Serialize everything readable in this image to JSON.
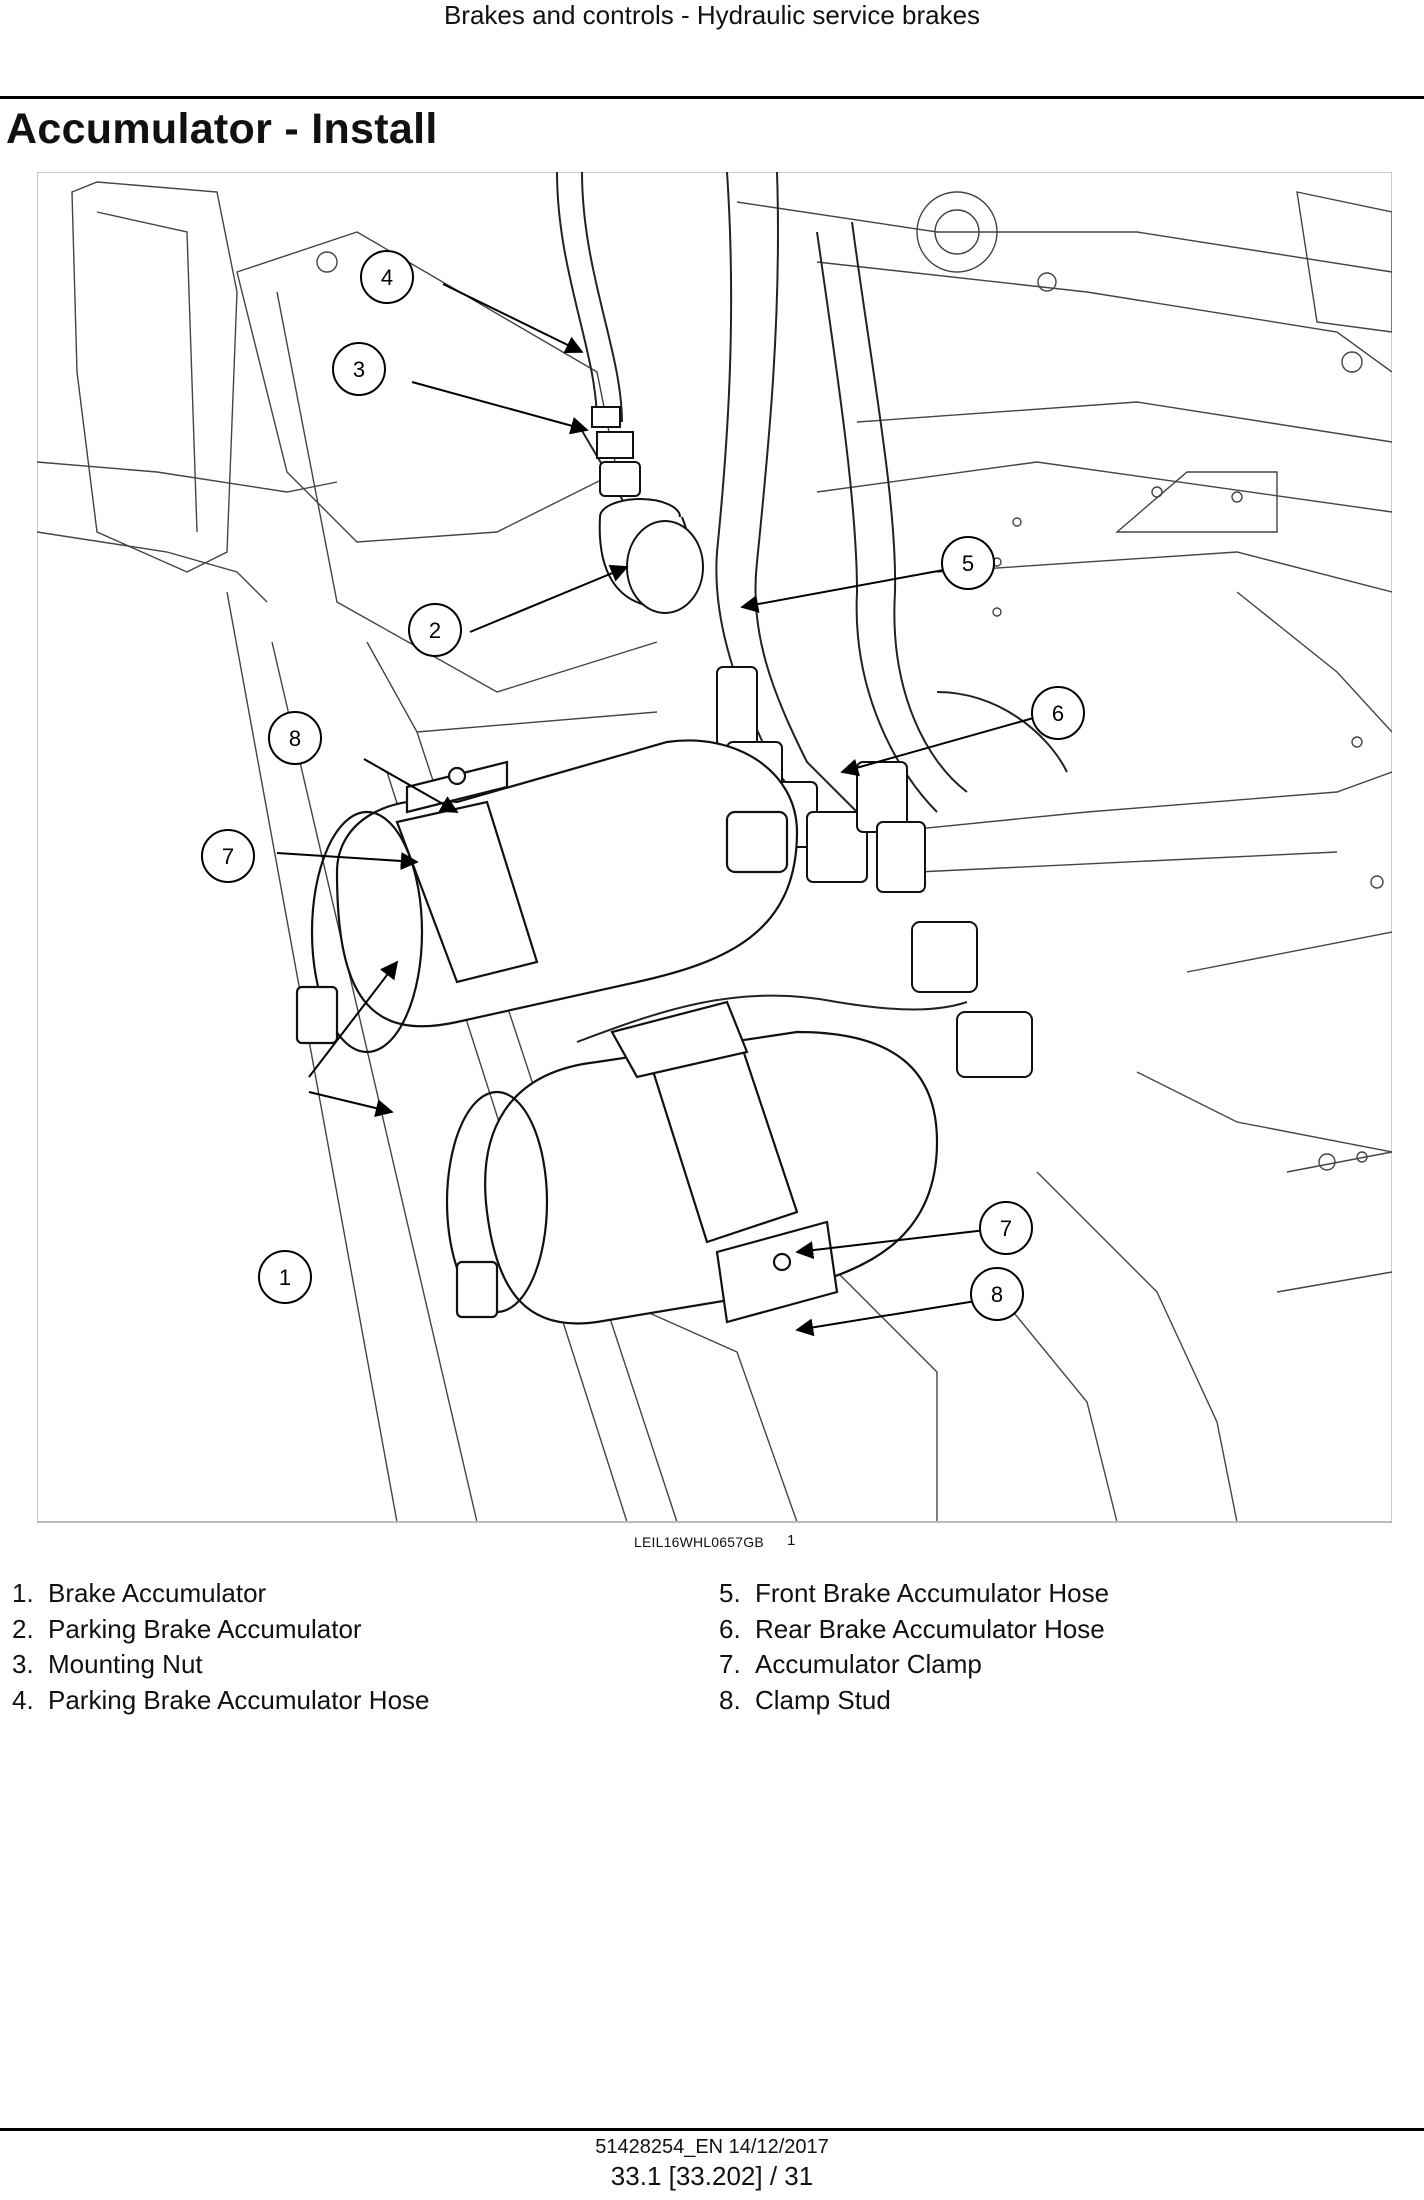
{
  "header": {
    "title": "Brakes and controls - Hydraulic service brakes"
  },
  "page_title": "Accumulator - Install",
  "figure": {
    "code": "LEIL16WHL0657GB",
    "number": "1",
    "callouts": [
      "1",
      "2",
      "3",
      "4",
      "5",
      "6",
      "7",
      "8"
    ]
  },
  "legend": {
    "left": [
      {
        "num": "1.",
        "label": "Brake Accumulator"
      },
      {
        "num": "2.",
        "label": "Parking Brake Accumulator"
      },
      {
        "num": "3.",
        "label": "Mounting Nut"
      },
      {
        "num": "4.",
        "label": "Parking Brake Accumulator Hose"
      }
    ],
    "right": [
      {
        "num": "5.",
        "label": "Front Brake Accumulator Hose"
      },
      {
        "num": "6.",
        "label": "Rear Brake Accumulator Hose"
      },
      {
        "num": "7.",
        "label": "Accumulator Clamp"
      },
      {
        "num": "8.",
        "label": "Clamp Stud"
      }
    ]
  },
  "footer": {
    "doc": "51428254_EN 14/12/2017",
    "page": "33.1 [33.202] / 31"
  }
}
